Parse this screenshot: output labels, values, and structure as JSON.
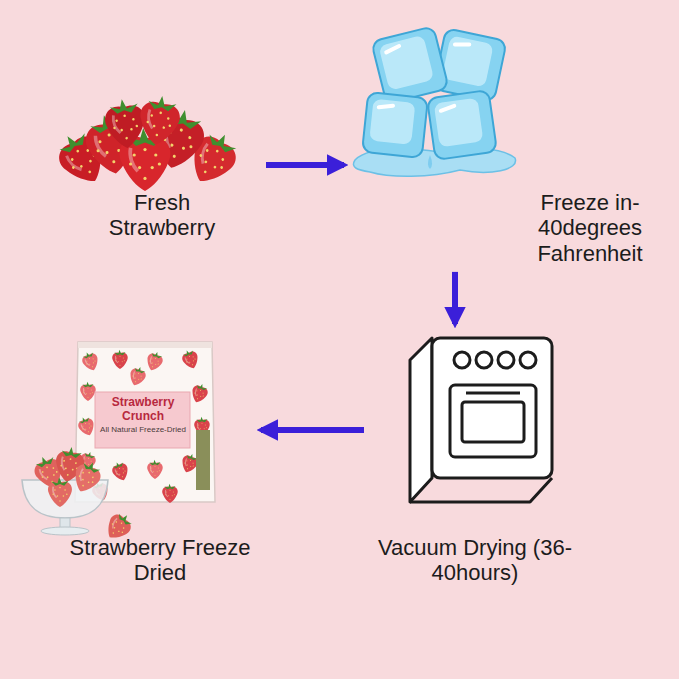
{
  "diagram": {
    "nodes": [
      {
        "text": [
          "Fresh Strawberry"
        ]
      },
      {
        "text": [
          "Freeze in-40degrees Fahrenheit"
        ]
      },
      {
        "text": [
          "Vacuum Drying (36-40hours)"
        ]
      },
      {
        "text": [
          "Strawberry Freeze Dried"
        ]
      }
    ],
    "edges": [
      {
        "from": 0,
        "to": 1,
        "arrow": "to"
      },
      {
        "from": 1,
        "to": 2,
        "arrow": "to"
      },
      {
        "from": 2,
        "to": 3,
        "arrow": "to"
      }
    ],
    "labels": [
      "Strawberry Crunch",
      "All Natural Freeze-Dried"
    ]
  }
}
